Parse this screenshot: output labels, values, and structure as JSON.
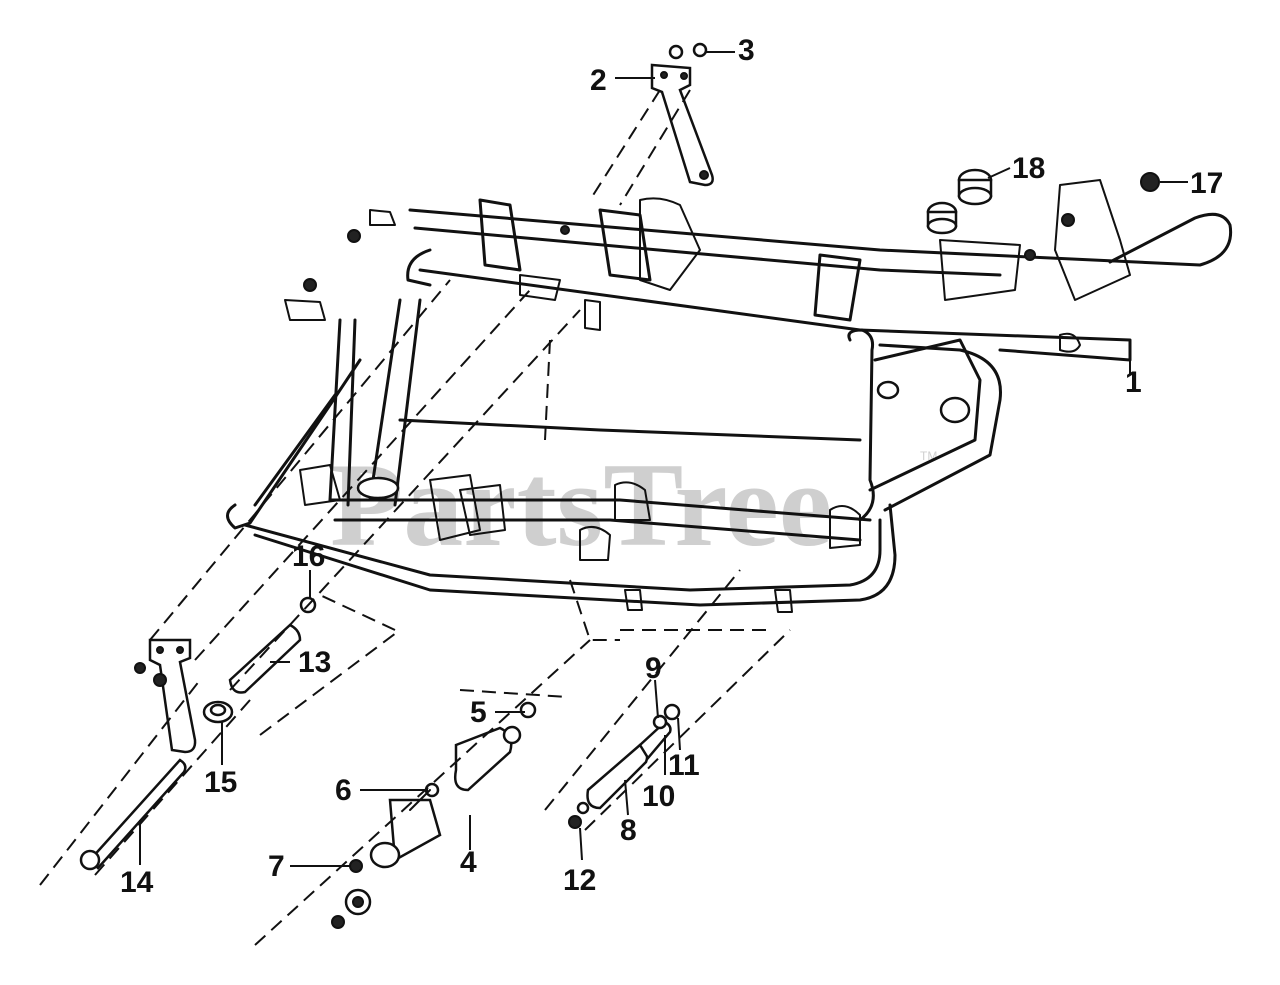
{
  "watermark": {
    "text": "PartsTree",
    "tm": "TM"
  },
  "callouts": [
    {
      "id": "1",
      "label": "1"
    },
    {
      "id": "2",
      "label": "2"
    },
    {
      "id": "3",
      "label": "3"
    },
    {
      "id": "4",
      "label": "4"
    },
    {
      "id": "5",
      "label": "5"
    },
    {
      "id": "6",
      "label": "6"
    },
    {
      "id": "7",
      "label": "7"
    },
    {
      "id": "8",
      "label": "8"
    },
    {
      "id": "9",
      "label": "9"
    },
    {
      "id": "10",
      "label": "10"
    },
    {
      "id": "11",
      "label": "11"
    },
    {
      "id": "12",
      "label": "12"
    },
    {
      "id": "13",
      "label": "13"
    },
    {
      "id": "14",
      "label": "14"
    },
    {
      "id": "15",
      "label": "15"
    },
    {
      "id": "16",
      "label": "16"
    },
    {
      "id": "17",
      "label": "17"
    },
    {
      "id": "18",
      "label": "18"
    }
  ]
}
